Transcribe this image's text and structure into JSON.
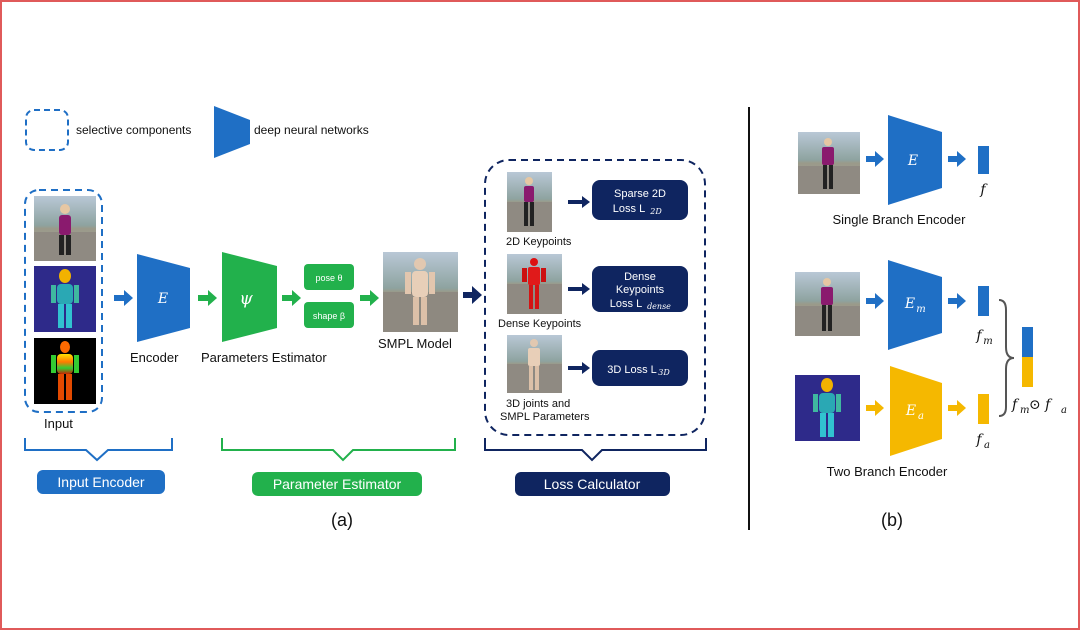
{
  "legend": {
    "selective": "selective components",
    "dnn": "deep  neural networks"
  },
  "panel_a": {
    "input_label": "Input",
    "encoder_letter": "E",
    "encoder_label": "Encoder",
    "psi_letter": "ψ",
    "estimator_label": "Parameters Estimator",
    "pose_label": "pose θ",
    "shape_label": "shape β",
    "smpl_label": "SMPL Model",
    "loss_2d": {
      "line1": "Sparse 2D",
      "line2": "Loss L",
      "sub": "2D",
      "caption": "2D Keypoints"
    },
    "loss_dense": {
      "line1": "Dense",
      "line2": "Keypoints",
      "line3": "Loss L",
      "sub": "dense",
      "caption": "Dense Keypoints"
    },
    "loss_3d": {
      "line1": "3D Loss L",
      "sub": "3D",
      "caption1": "3D joints and",
      "caption2": "SMPL Parameters"
    },
    "group_input": "Input Encoder",
    "group_estimator": "Parameter Estimator",
    "group_loss": "Loss Calculator",
    "sublabel": "(a)"
  },
  "panel_b": {
    "single_E": "E",
    "single_f": "f",
    "single_label": "Single Branch Encoder",
    "Em": "E",
    "Em_sub": "m",
    "Ea": "E",
    "Ea_sub": "a",
    "fm": "f",
    "fm_sub": "m",
    "fa": "f",
    "fa_sub": "a",
    "concat": "f",
    "concat_sub1": "m",
    "concat_op": " ⊙ f",
    "concat_sub2": "a",
    "two_label": "Two Branch Encoder",
    "sublabel": "(b)"
  },
  "colors": {
    "blue": "#1f6fc5",
    "green": "#22b14c",
    "navy": "#0f2560",
    "yellow": "#f5b800",
    "border": "#e05a5a"
  }
}
